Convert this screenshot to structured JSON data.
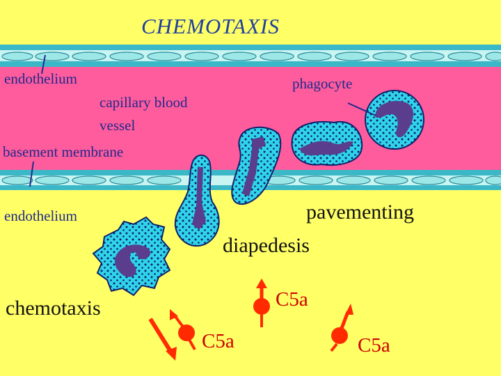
{
  "title": "CHEMOTAXIS",
  "labels": {
    "endothelium_top": "endothelium",
    "capillary": "capillary  blood",
    "vessel": "vessel",
    "phagocyte": "phagocyte",
    "basement": "basement  membrane",
    "endothelium_bottom": "endothelium",
    "pavementing": "pavementing",
    "diapedesis": "diapedesis",
    "chemotaxis": "chemotaxis",
    "c5a_1": "C5a",
    "c5a_2": "C5a",
    "c5a_3": "C5a"
  },
  "colors": {
    "background": "#ffff66",
    "vessel_lumen": "#ff5c9d",
    "endothelium": "#9de8e6",
    "cell_body": "#2fd4ea",
    "nucleus": "#5a3d8c",
    "c5a": "#ff2a00",
    "label_dark": "#202a8a",
    "label_red": "#cc0000"
  }
}
